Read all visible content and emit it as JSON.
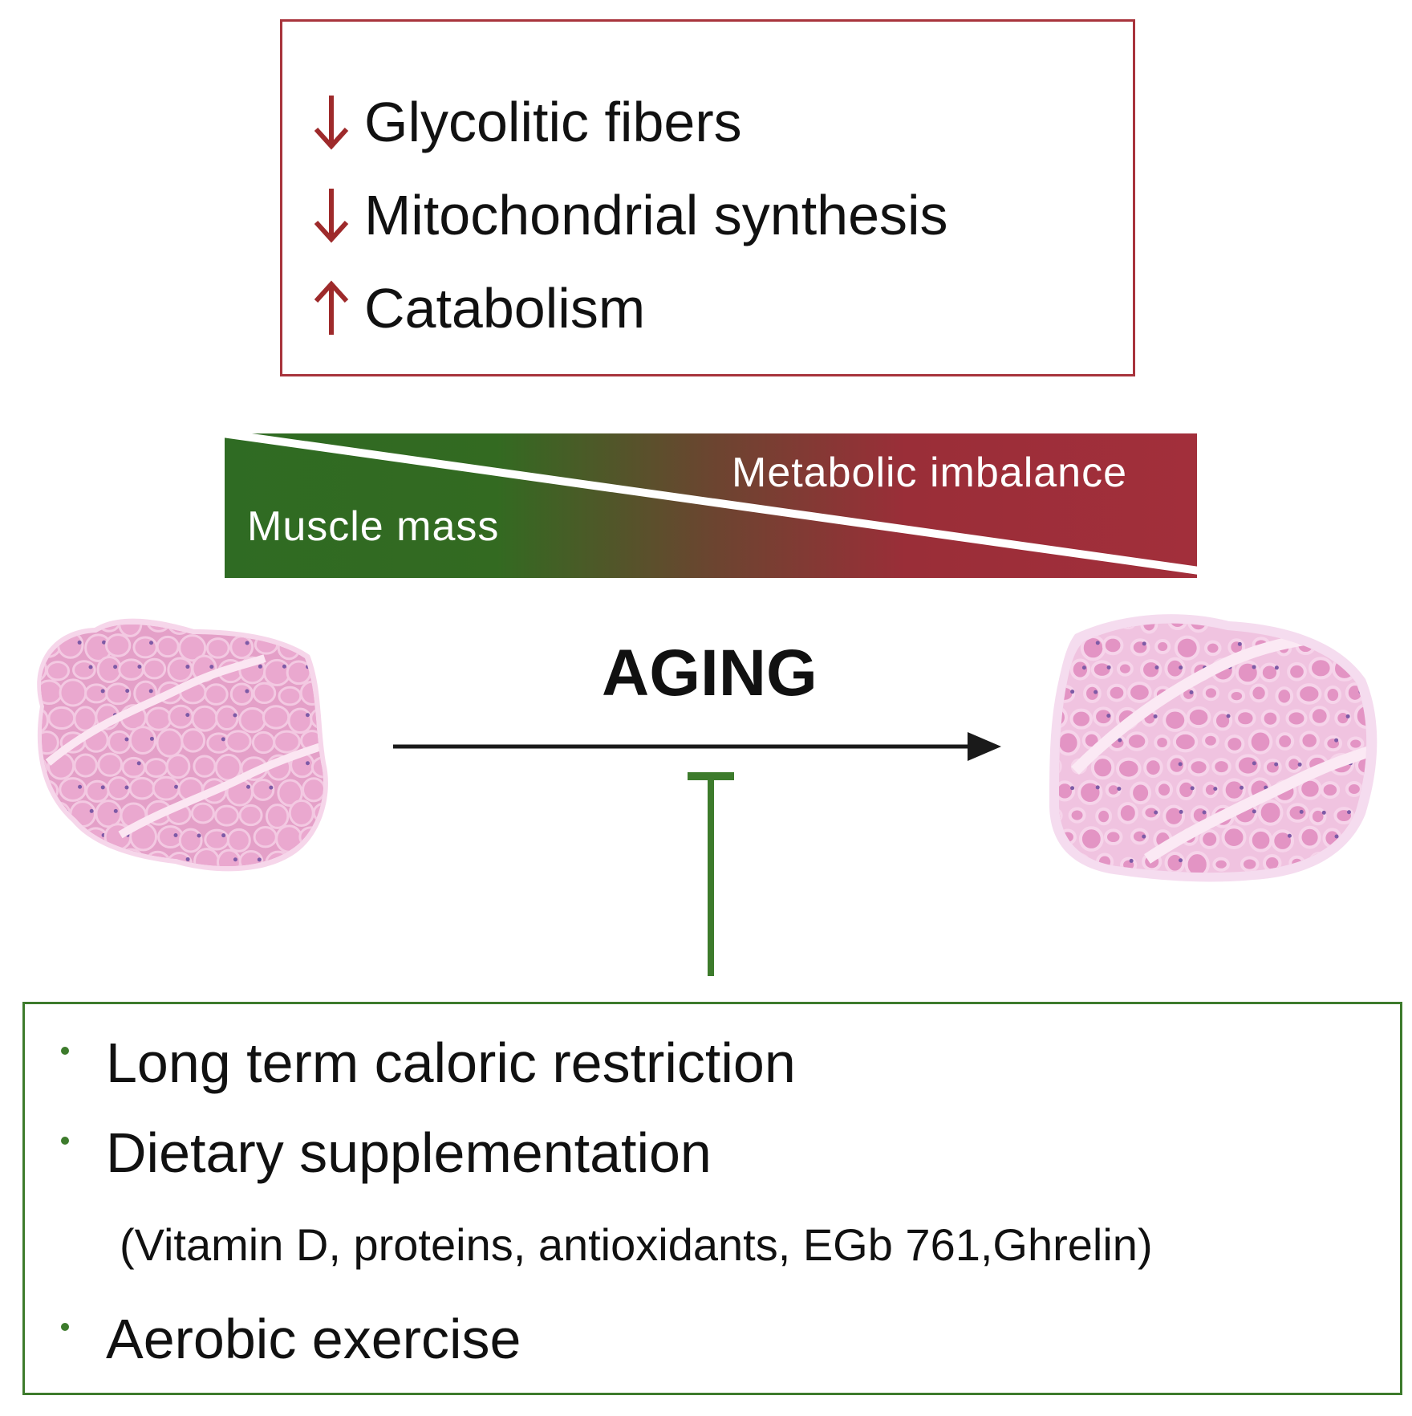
{
  "top_box": {
    "items": [
      {
        "direction": "down",
        "text": "Glycolitic fibers"
      },
      {
        "direction": "down",
        "text": "Mitochondrial synthesis"
      },
      {
        "direction": "up",
        "text": "Catabolism"
      }
    ]
  },
  "wedge": {
    "left_label": "Muscle mass",
    "right_label": "Metabolic imbalance"
  },
  "process": {
    "title": "AGING"
  },
  "interventions": {
    "items": [
      "Long term caloric restriction",
      "Dietary supplementation",
      "Aerobic exercise"
    ],
    "supplement_note": "(Vitamin D, proteins, antioxidants, EGb 761,Ghrelin)"
  },
  "colors": {
    "red": "#a8343c",
    "arrow_red": "#9e2a2b",
    "green": "#3d7b2c",
    "tissue_pink": "#e79bc7",
    "fiber_pink": "#e8a3cc"
  }
}
